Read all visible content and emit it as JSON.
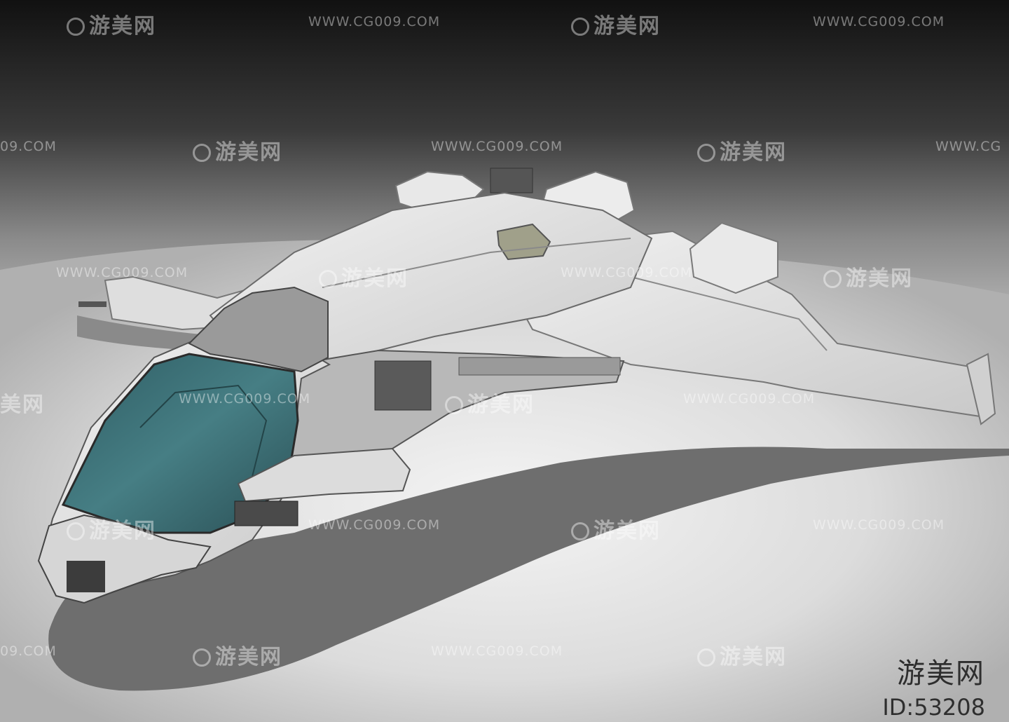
{
  "image": {
    "subject": "3d-spaceship-render",
    "colors": {
      "background_top": "#1c1c1c",
      "background_mid": "#8c8c8c",
      "floor_light": "#f0f0f0",
      "shadow": "#6f6f6f",
      "hull": "#e4e4e4",
      "canopy": "#3f6f74"
    }
  },
  "watermarks": {
    "brand": "游美网",
    "url": "WWW.CG009.COM",
    "url_partial_left": "09.COM",
    "brand_partial_left": "美网",
    "url_partial_right": "WWW.CG"
  },
  "corner_label": {
    "brand": "游美网",
    "id": "ID:53208"
  }
}
